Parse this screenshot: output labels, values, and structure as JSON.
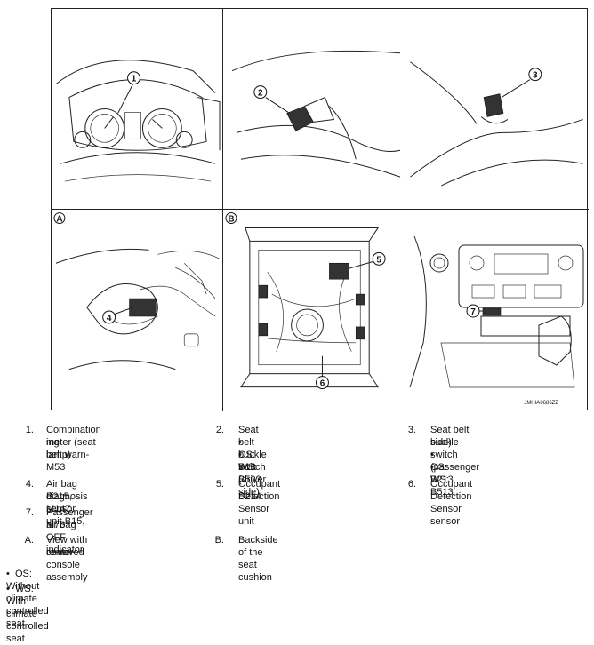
{
  "figure": {
    "ref_code": "JMHIA0686ZZ",
    "callouts": [
      "1",
      "2",
      "3",
      "4",
      "5",
      "6",
      "7"
    ],
    "panel_tags": [
      "A",
      "B"
    ]
  },
  "legend": {
    "items": [
      {
        "num": "1.",
        "text": "Combination meter (seat belt warn-",
        "text2": "ing lamp) M53"
      },
      {
        "num": "2.",
        "text": "Seat belt buckle switch (driver side)",
        "subs": [
          "OS: B13",
          "WS: B503"
        ]
      },
      {
        "num": "3.",
        "text": "Seat belt buckle switch (passenger",
        "text2": "side)",
        "subs": [
          "OS: B213",
          "WS: B513"
        ]
      },
      {
        "num": "4.",
        "text": "Air bag diagnosis sensor unit B15,",
        "text2": "B215, M147"
      },
      {
        "num": "5.",
        "text": "Occupant Detection Sensor unit",
        "text2": "B214"
      },
      {
        "num": "6.",
        "text": "Occupant Detection Sensor sensor"
      },
      {
        "num": "7.",
        "text": "Passenger air bag OFF indicator",
        "text2": "M73"
      },
      {
        "num": "A.",
        "text": "View with center console assembly",
        "text2": "removed"
      },
      {
        "num": "B.",
        "text": "Backside of the seat cushion"
      }
    ],
    "notes": [
      "OS: Without climate controlled seat",
      "WS: With climate controlled seat"
    ],
    "bullet": "•"
  }
}
